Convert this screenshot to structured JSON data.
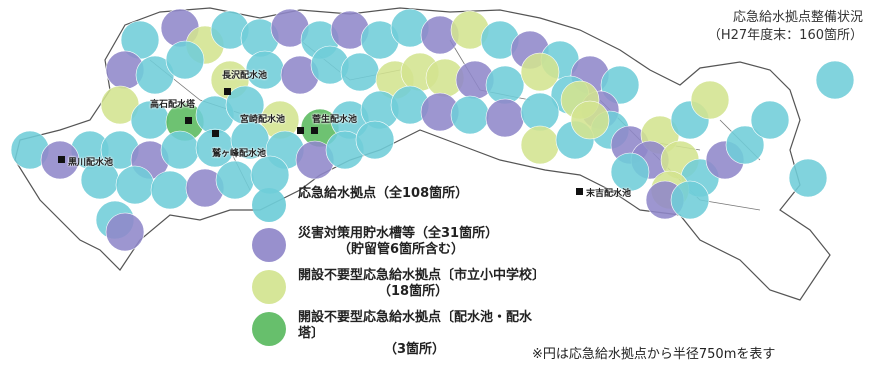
{
  "title": {
    "line1": "応急給水拠点整備状況",
    "line2": "（H27年度末：160箇所）"
  },
  "legend": [
    {
      "label": "応急給水拠点（全108箇所）",
      "sub": "",
      "color": "#6fcdd8"
    },
    {
      "label": "災害対策用貯水槽等（全31箇所）",
      "sub": "（貯留管6箇所含む）",
      "color": "#8f87c9"
    },
    {
      "label": "開設不要型応急給水拠点〔市立小中学校〕",
      "sub": "（18箇所）",
      "color": "#d3e48f"
    },
    {
      "label": "開設不要型応急給水拠点〔配水池・配水塔〕",
      "sub": "（3箇所）",
      "color": "#5aba5f"
    }
  ],
  "note": "※円は応急給水拠点から半径750mを表す",
  "facilities": {
    "nagasawa": "長沢配水池",
    "takaishi": "高石配水塔",
    "miyazaki": "宮崎配水池",
    "sugao": "菅生配水池",
    "washigamine": "鷲ヶ峰配水池",
    "kurokawa": "黒川配水池",
    "sueyoshi": "末吉配水池"
  }
}
